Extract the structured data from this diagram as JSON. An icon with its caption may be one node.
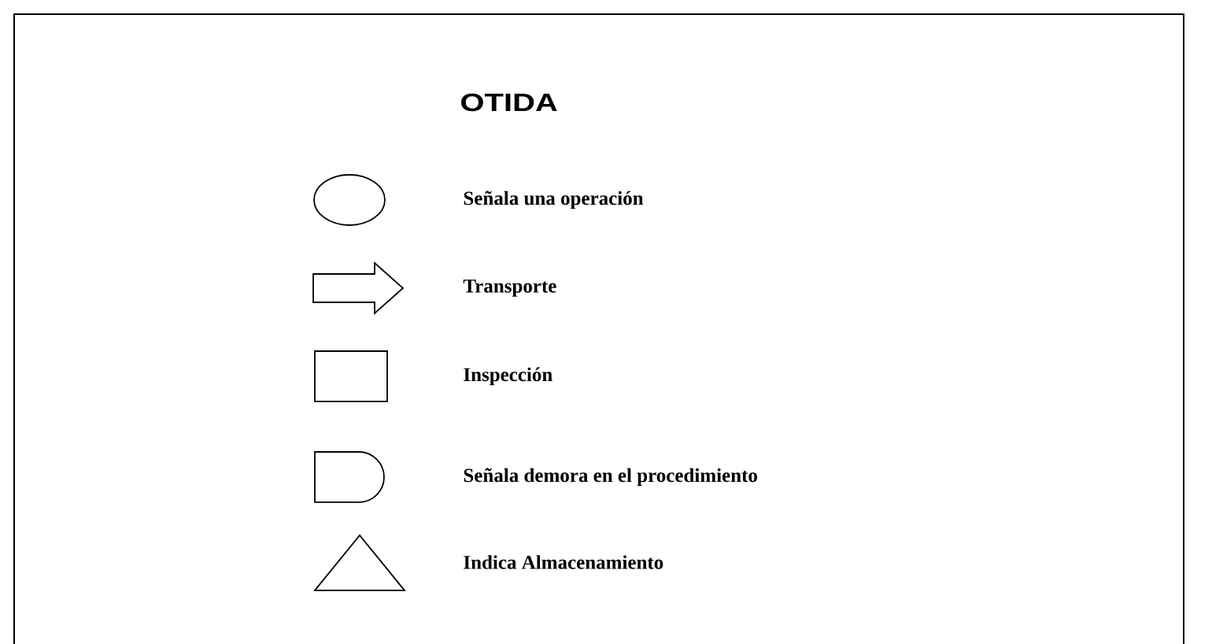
{
  "diagram": {
    "title": "OTIDA",
    "legend": [
      {
        "text": "Señala una operación"
      },
      {
        "text": "Transporte"
      },
      {
        "text": "Inspección"
      },
      {
        "text": "Señala demora en el procedimiento"
      },
      {
        "text": "Indica Almacenamiento"
      }
    ]
  }
}
